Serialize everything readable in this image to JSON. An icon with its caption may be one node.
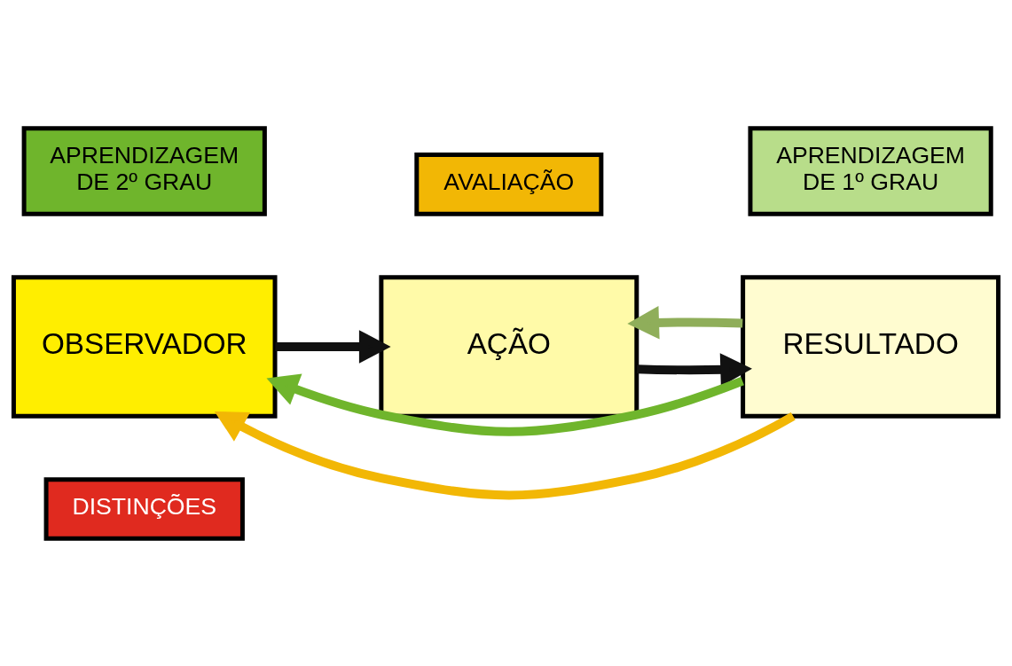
{
  "diagram": {
    "nodes": [
      {
        "text": [
          "OBSERVADOR"
        ]
      },
      {
        "text": [
          "AÇÃO"
        ]
      },
      {
        "text": [
          "RESULTADO"
        ]
      },
      {
        "text": [
          "AVALIAÇÃO"
        ]
      },
      {
        "text": [
          "DISTINÇÕES"
        ]
      },
      {
        "text": [
          "APRENDIZAGEM DE 1º GRAU"
        ]
      },
      {
        "text": [
          "APRENDIZAGEM DE 2º GRAU"
        ]
      }
    ],
    "edges": [
      {
        "from": 0,
        "to": 1,
        "arrow": "to"
      },
      {
        "from": 1,
        "to": 2,
        "arrow": "to"
      },
      {
        "from": 2,
        "to": 0,
        "arrow": "to",
        "color": "#f2b705"
      },
      {
        "from": 2,
        "to": 1,
        "arrow": "to",
        "color": "#8fae5a"
      },
      {
        "from": 2,
        "to": 0,
        "arrow": "to",
        "color": "#6fb52c"
      }
    ]
  }
}
